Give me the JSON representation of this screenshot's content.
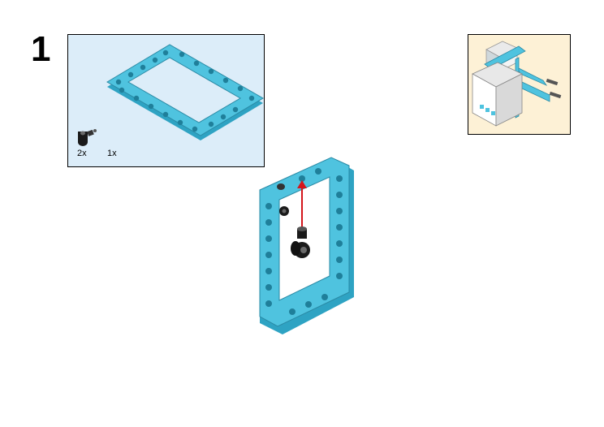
{
  "step": {
    "number": "1"
  },
  "parts_list": {
    "items": [
      {
        "name": "black-connector-peg",
        "quantity": "2x"
      },
      {
        "name": "azure-frame-5x7",
        "quantity": "1x"
      }
    ]
  },
  "colors": {
    "parts_background": "#dcedf9",
    "preview_background": "#fdf1d6",
    "brick_azure": "#4fc3df",
    "connector_black": "#1a1a1a",
    "arrow_red": "#d4161c"
  }
}
